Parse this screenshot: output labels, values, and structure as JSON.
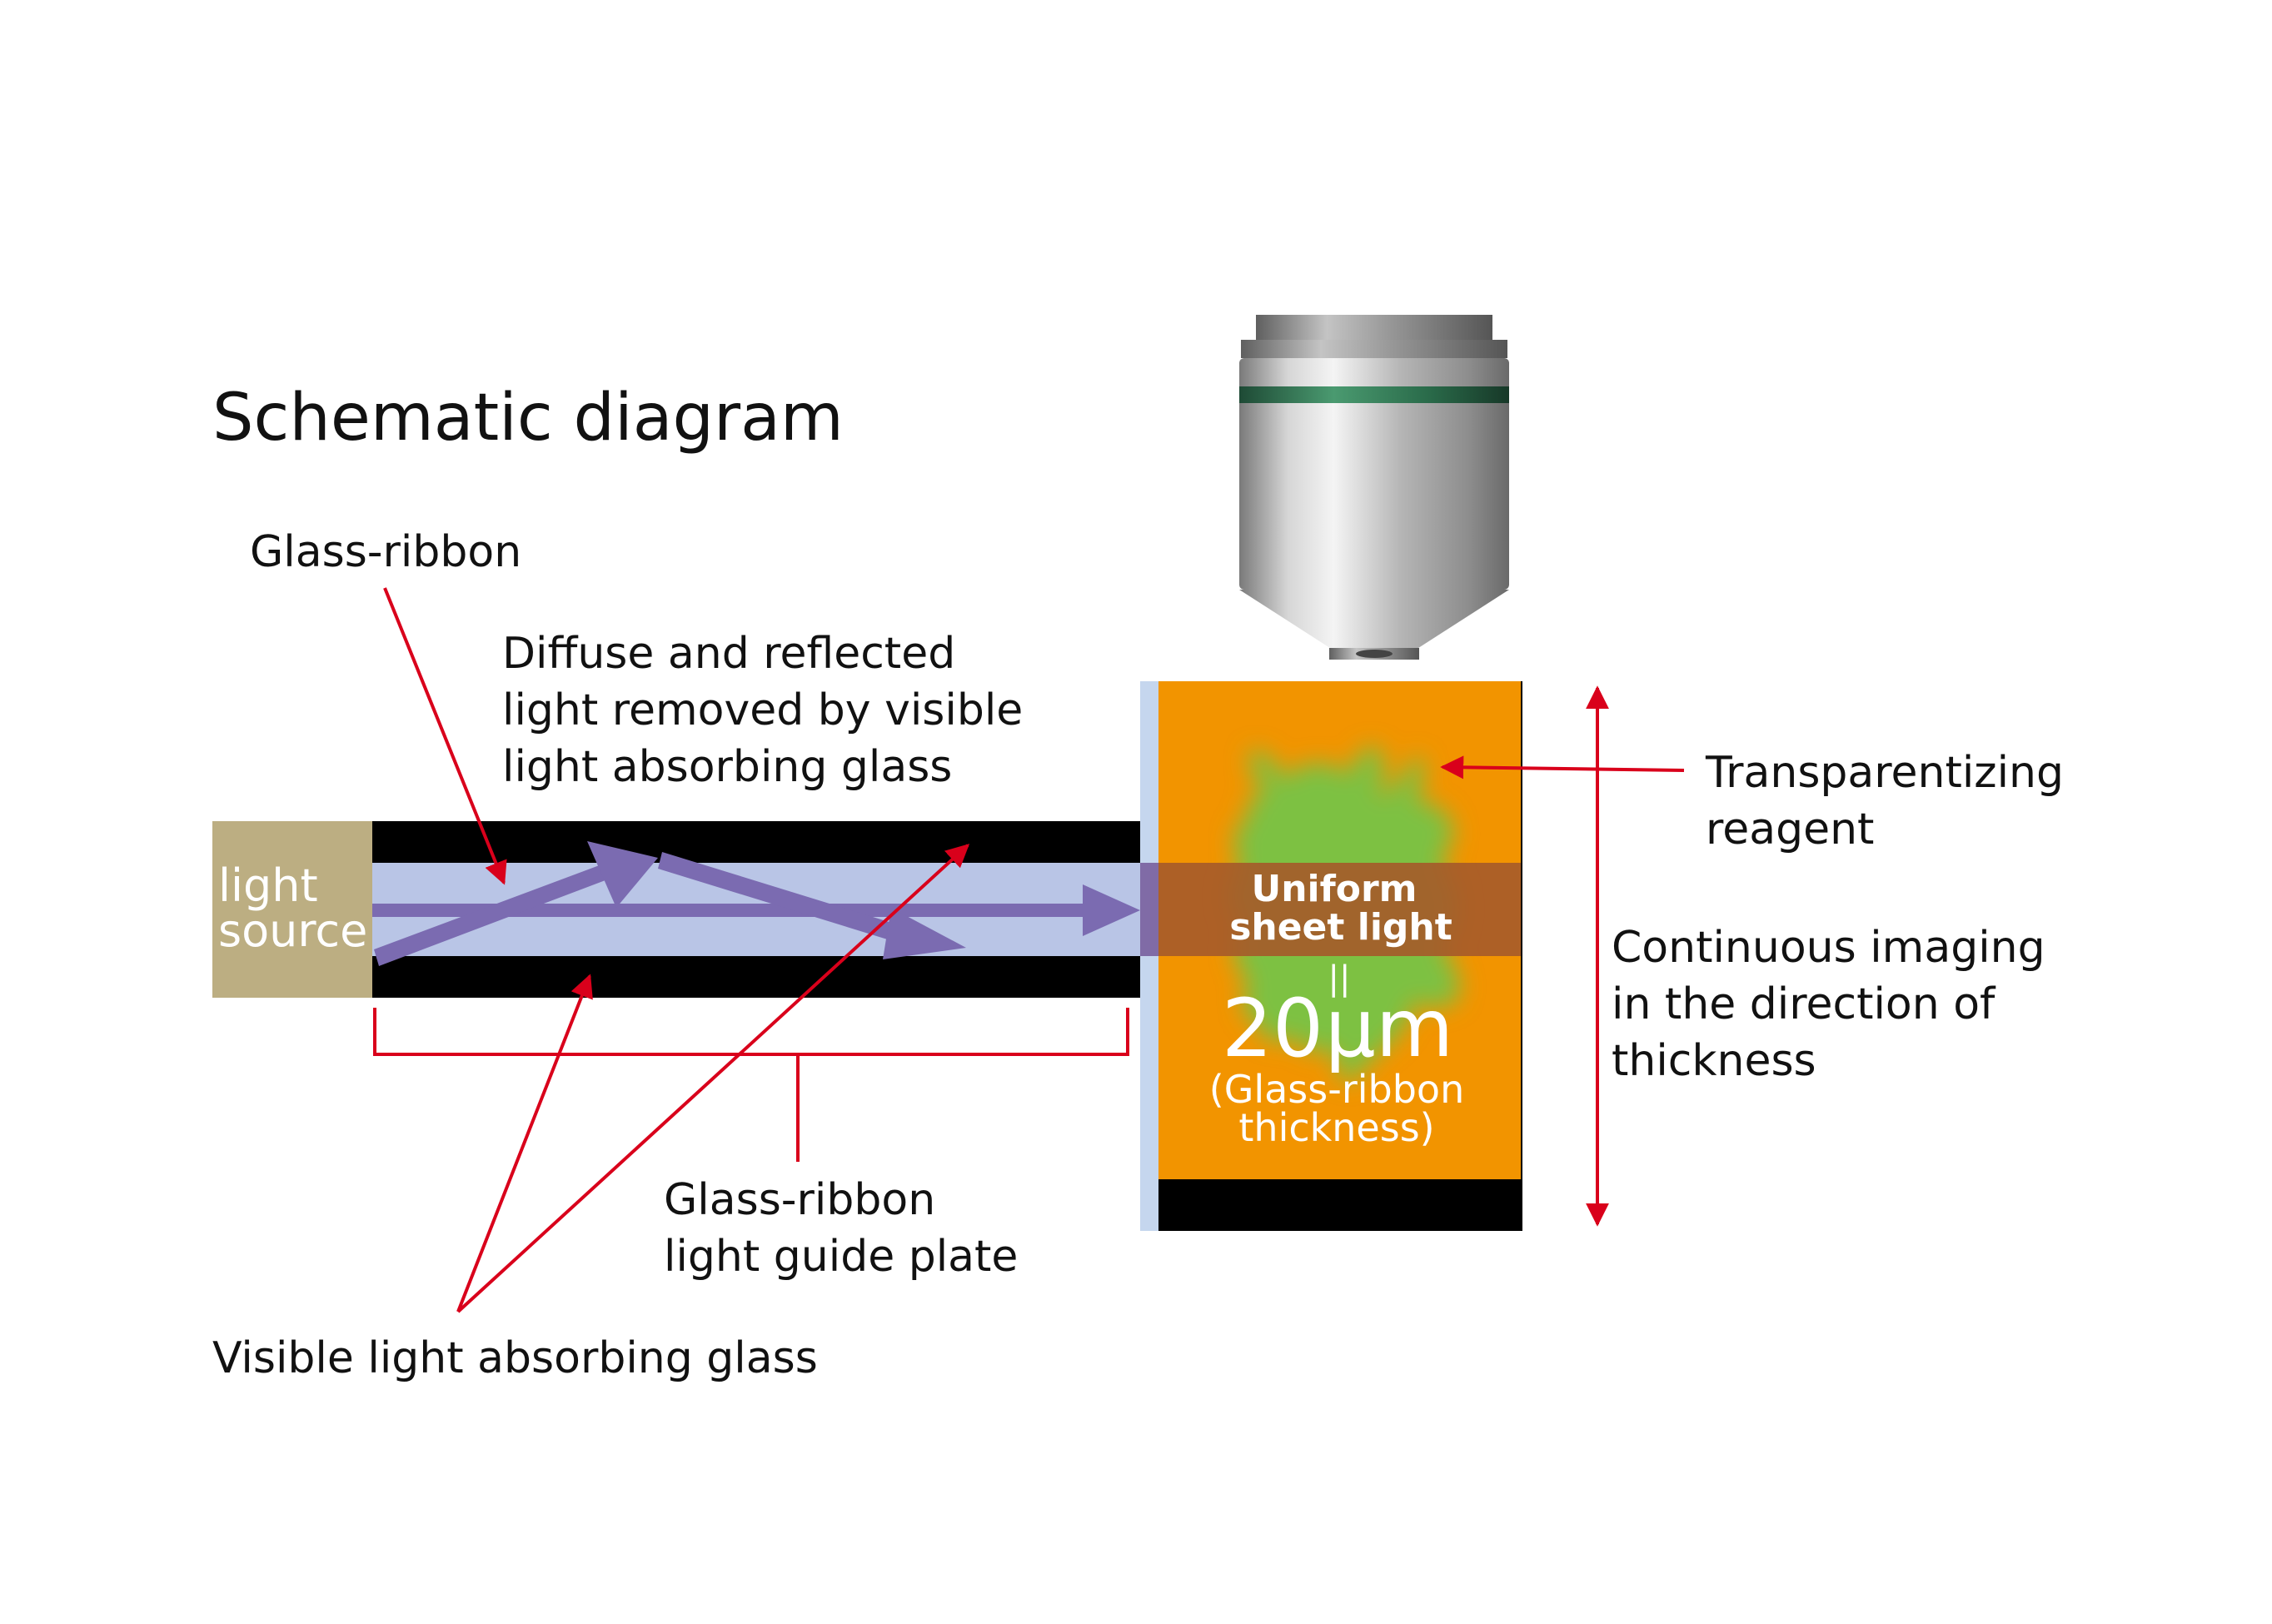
{
  "title": "Schematic diagram",
  "labels": {
    "glass_ribbon": "Glass-ribbon",
    "diffuse_1": "Diffuse and reflected",
    "diffuse_2": "light removed by visible",
    "diffuse_3": "light absorbing glass",
    "light_source_1": "light",
    "light_source_2": "source",
    "uniform_1": "Uniform",
    "uniform_2": "sheet light",
    "equals_mark": "||",
    "thickness_value": "20",
    "thickness_unit": "μm",
    "thickness_note_1": "(Glass-ribbon",
    "thickness_note_2": "thickness)",
    "transparentizing_1": "Transparentizing",
    "transparentizing_2": "reagent",
    "continuous_1": "Continuous imaging",
    "continuous_2": "in the direction of",
    "continuous_3": "thickness",
    "light_guide_1": "Glass-ribbon",
    "light_guide_2": "light guide plate",
    "absorbing_glass": "Visible light absorbing glass"
  },
  "colors": {
    "light_source": "#bcae82",
    "absorbing_glass": "#000000",
    "light_guide": "#b9c5e6",
    "light_ray": "#7b6bb1",
    "reagent": "#f29400",
    "sheet_light": "#a55a2a",
    "specimen": "#7dc142",
    "pointer": "#d9001b",
    "objective_ring": "#2a6b4a"
  },
  "icons": {
    "objective": "microscope-objective-icon",
    "specimen": "fluorescent-specimen-icon"
  }
}
